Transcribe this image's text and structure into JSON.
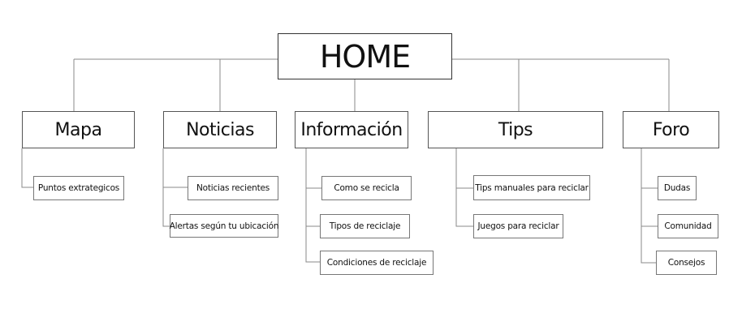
{
  "root": {
    "label": "HOME"
  },
  "sections": [
    {
      "label": "Mapa",
      "children": [
        "Puntos extrategicos"
      ]
    },
    {
      "label": "Noticias",
      "children": [
        "Noticias recientes",
        "Alertas según tu ubicación"
      ]
    },
    {
      "label": "Información",
      "children": [
        "Como se recicla",
        "Tipos de reciclaje",
        "Condiciones de reciclaje"
      ]
    },
    {
      "label": "Tips",
      "children": [
        "Tips manuales para reciclar",
        "Juegos para reciclar"
      ]
    },
    {
      "label": "Foro",
      "children": [
        "Dudas",
        "Comunidad",
        "Consejos"
      ]
    }
  ]
}
